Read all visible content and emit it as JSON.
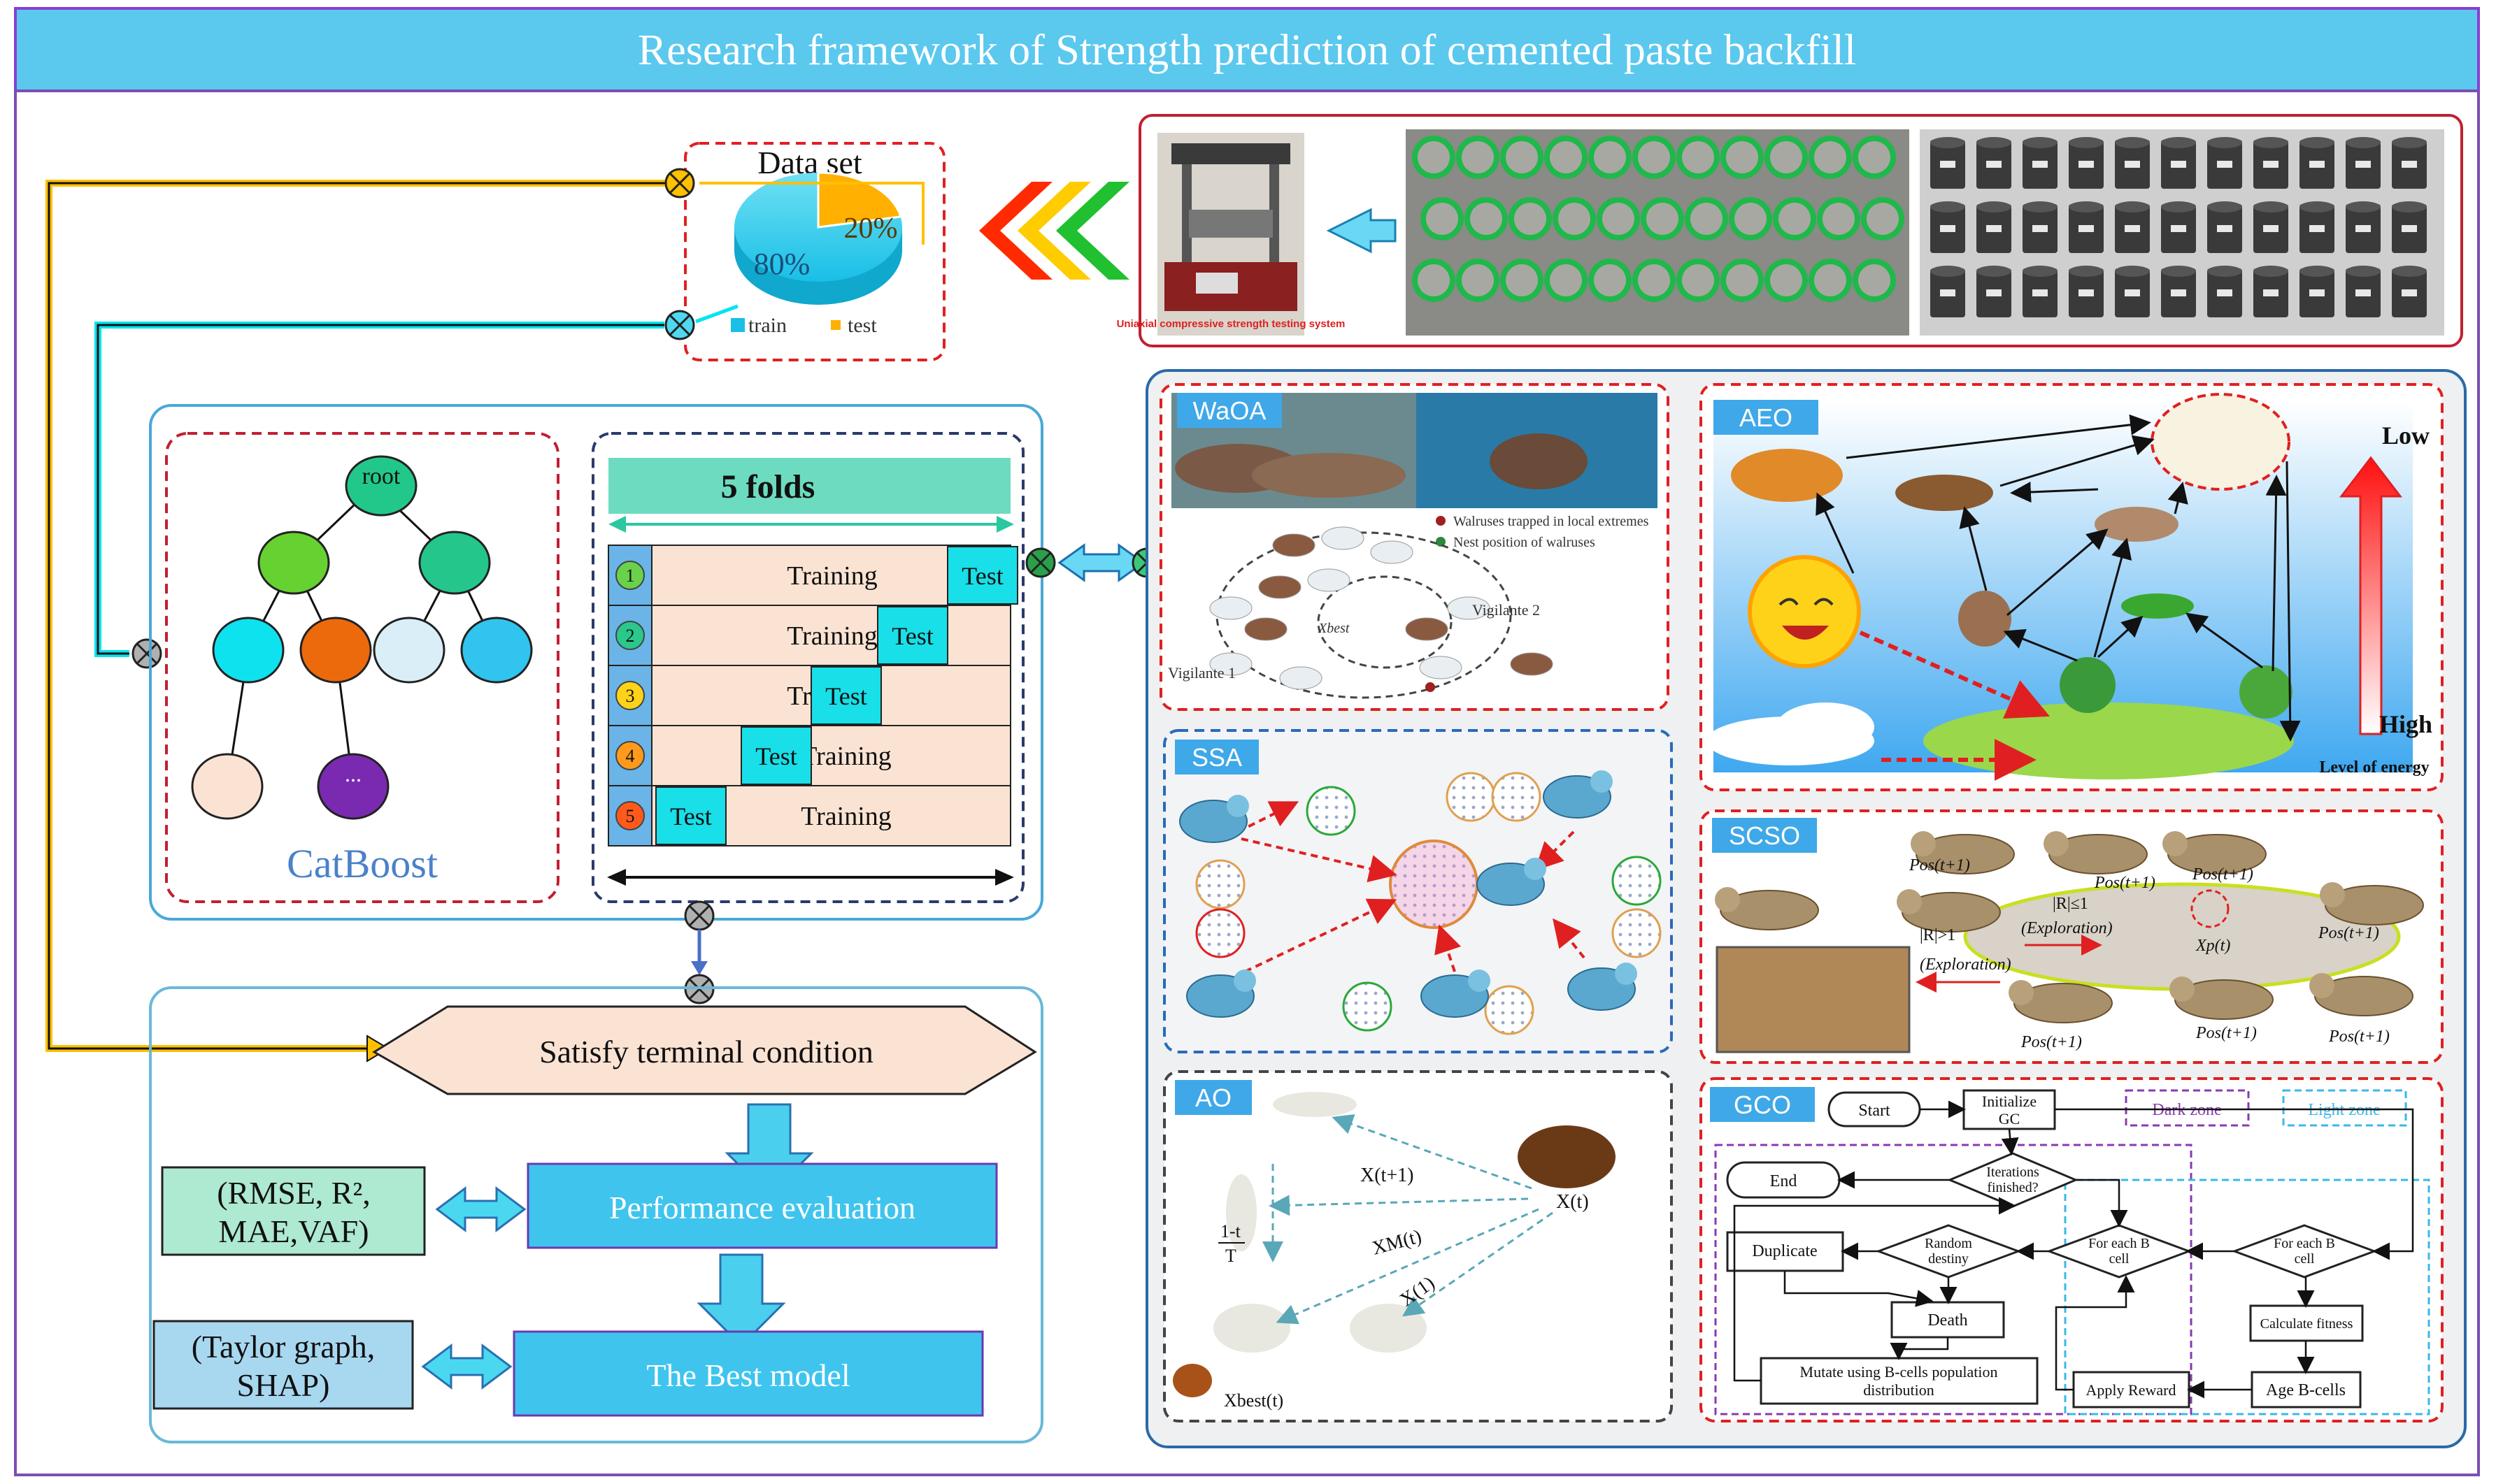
{
  "title": "Research framework of Strength prediction of cemented paste backfill",
  "dataset": {
    "label": "Data set",
    "train_pct": "80%",
    "test_pct": "20%",
    "legend_train": "train",
    "legend_test": "test",
    "train_fraction": 0.8
  },
  "specimen_photo_caption": "Uniaxial compressive strength testing system",
  "catboost": {
    "label": "CatBoost",
    "root": "root",
    "ellipsis": "..."
  },
  "folds": {
    "title": "5 folds",
    "rows": [
      {
        "num": "1",
        "training": "Training",
        "test": "Test"
      },
      {
        "num": "2",
        "training": "Training",
        "test": "Test"
      },
      {
        "num": "3",
        "training": "Training",
        "test": "Test"
      },
      {
        "num": "4",
        "training": "Training",
        "test": "Test"
      },
      {
        "num": "5",
        "training": "Training",
        "test": "Test"
      }
    ]
  },
  "flow": {
    "terminal": "Satisfy terminal condition",
    "perf": "Performance evaluation",
    "best": "The Best model",
    "metrics_l1": "(RMSE, R², ",
    "metrics_l2": "MAE,VAF)",
    "taylor_l1": "(Taylor graph,",
    "taylor_l2": "SHAP)"
  },
  "waoa": {
    "label": "WaOA",
    "legend1": "Walruses trapped in local extremes",
    "legend2": "Nest position of walruses",
    "vig1": "Vigilante 1",
    "vig2": "Vigilante 2",
    "xbest": "Xbest"
  },
  "aeo": {
    "label": "AEO",
    "low": "Low",
    "high": "High",
    "energy": "Level of energy"
  },
  "ssa": {
    "label": "SSA"
  },
  "scso": {
    "label": "SCSO",
    "pos": "Pos(t+1)",
    "cond1": "|R|≤1",
    "explore1": "(Exploration)",
    "cond2": "|R|>1",
    "explore2": "(Exploration)",
    "xp": "Xp(t)"
  },
  "ao": {
    "label": "AO",
    "x_t1": "X(t+1)",
    "x_t": "X(t)",
    "xm": "XM(t)",
    "x1": "X(1)",
    "xbest": "Xbest(t)",
    "frac_top": "1-t",
    "frac_bot": "T"
  },
  "gco": {
    "label": "GCO",
    "start": "Start",
    "init_l1": "Initialize",
    "init_l2": "GC",
    "dark": "Dark zone",
    "light": "Light zone",
    "end": "End",
    "iter_l1": "Iterations",
    "iter_l2": "finished?",
    "duplicate": "Duplicate",
    "random_l1": "Random",
    "random_l2": "destiny",
    "foreach_l1": "For each B",
    "foreach_l2": "cell",
    "foreach2_l1": "For each B",
    "foreach2_l2": "cell",
    "death": "Death",
    "calc": "Calculate fitness",
    "mutate_l1": "Mutate using B-cells population",
    "mutate_l2": "distribution",
    "reward": "Apply Reward",
    "age": "Age B-cells"
  },
  "colors": {
    "title_bg": "#5bc8ee",
    "cyan": "#00e5ee",
    "orange": "#ffc000",
    "red_dash": "#e02020"
  }
}
